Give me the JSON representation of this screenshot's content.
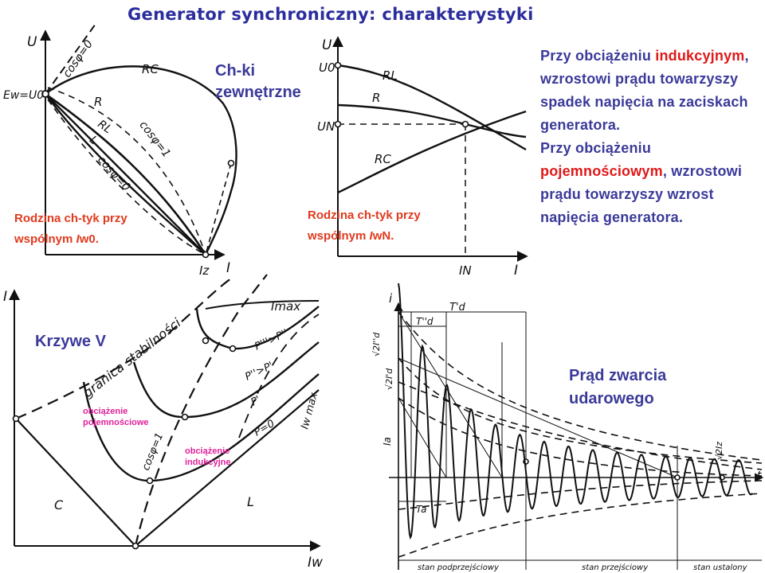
{
  "title": "Generator synchroniczny:  charakterystyki",
  "panel_external": {
    "label_line1": "Ch-ki",
    "label_line2": "zewnętrzne",
    "left_caption_line1": "Rodzina ch-tyk przy",
    "left_caption_line2_prefix": "wspólnym ",
    "left_caption_line2_var": "I",
    "left_caption_line2_sub": "w0",
    "left_caption_line2_suffix": ".",
    "right_caption_line1": "Rodzina ch-tyk przy",
    "right_caption_line2_prefix": "wspólnym ",
    "right_caption_line2_var": "I",
    "right_caption_line2_sub": "wN",
    "right_caption_line2_suffix": ".",
    "left_plot": {
      "axis_y": "U",
      "axis_x": "I",
      "origin_label": "Ew=U0",
      "x_end_label": "Iz",
      "curve_labels": [
        "RC",
        "R",
        "RL",
        "L",
        "cosφ=1",
        "cosφ=0",
        "cosφ=0"
      ]
    },
    "right_plot": {
      "axis_y": "U",
      "axis_x": "I",
      "y_labels": [
        "U0",
        "UN"
      ],
      "x_label_mark": "IN",
      "curve_labels": [
        "RL",
        "R",
        "RC"
      ]
    }
  },
  "note": {
    "p1_before": "Przy obciążeniu ",
    "p1_red": "indukcyjnym",
    "p1_after": ", wzrostowi prądu towarzyszy spadek napięcia na zaciskach generatora.",
    "p2_before": "Przy obciążeniu ",
    "p2_red": "pojemnościowym",
    "p2_after": ", wzrostowi prądu towarzyszy wzrost napięcia generatora."
  },
  "panel_v_curves": {
    "label": "Krzywe V",
    "axis_y": "I",
    "axis_x": "Iw",
    "stability_label": "granica stabilności",
    "labels": [
      "Imax",
      "P'''>P''",
      "P''>P'",
      "P'",
      "P=0",
      "Iw max",
      "cosφ=1",
      "C",
      "L"
    ],
    "capacitive_line1": "obciążenie",
    "capacitive_line2": "pojemnościowe",
    "inductive_line1": "obciążenie",
    "inductive_line2": "indukcyjne"
  },
  "panel_short_circuit": {
    "label_line1": "Prąd zwarcia",
    "label_line2": "udarowego",
    "axis_y": "i",
    "axis_x": "t",
    "labels": [
      "T'd",
      "T''d",
      "Ta",
      "√2I''d",
      "√2I'd",
      "Ia",
      "√2Iz"
    ],
    "stage_labels": [
      "stan podprzejściowy",
      "stan przejściowy",
      "stan ustalony"
    ]
  },
  "colors": {
    "title": "#2b2d9c",
    "blue_text": "#3b3a9a",
    "red_text": "#e03a1e",
    "pink_text": "#e0219a",
    "ink": "#111111"
  }
}
